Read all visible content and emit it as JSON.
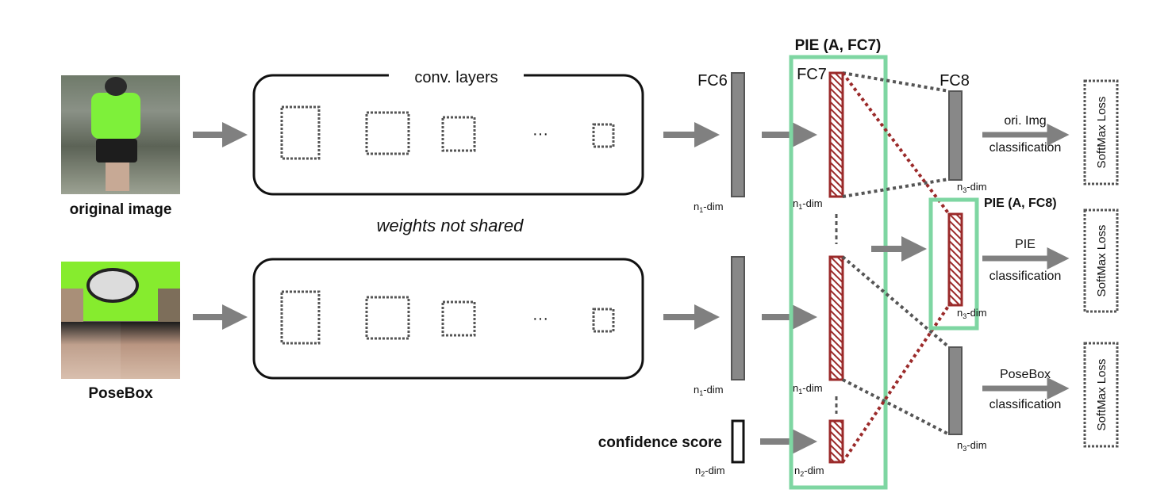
{
  "inputs": {
    "original_caption": "original image",
    "posebox_caption": "PoseBox",
    "confidence_label": "confidence score"
  },
  "conv": {
    "title": "conv. layers",
    "shared_note": "weights not shared",
    "ellipsis": "···"
  },
  "layers": {
    "fc6": "FC6",
    "fc7": "FC7",
    "fc8": "FC8",
    "n1_dim": "n",
    "n1_sub": "1",
    "n2_sub": "2",
    "n3_sub": "3",
    "dim_suffix": "-dim"
  },
  "pie": {
    "fc7_label": "PIE (A, FC7)",
    "fc8_label": "PIE (A, FC8)"
  },
  "heads": {
    "top_line1": "ori. Img",
    "top_line2": "classification",
    "mid_line1": "PIE",
    "mid_line2": "classification",
    "bot_line1": "PoseBox",
    "bot_line2": "classification",
    "loss": "SoftMax Loss"
  },
  "colors": {
    "pie_box": "#7ed6a2",
    "pie_label": "#22aa44",
    "fc_bar": "#888888",
    "hatched_bar": "#9b2a2a",
    "arrow": "#808080",
    "dotted": "#555555",
    "dotted_red": "#9b2a2a"
  }
}
